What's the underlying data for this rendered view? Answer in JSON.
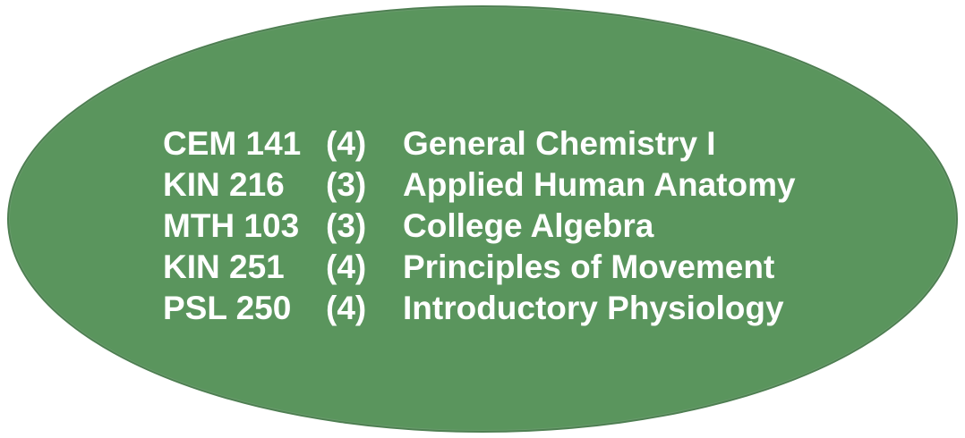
{
  "colors": {
    "oval_fill": "#5a955d",
    "oval_border": "#4e7f52",
    "text": "#ffffff",
    "background": "#ffffff"
  },
  "courses": [
    {
      "code": "CEM 141",
      "credits": "(4)",
      "title": "General Chemistry I"
    },
    {
      "code": "KIN 216",
      "credits": "(3)",
      "title": "Applied Human Anatomy"
    },
    {
      "code": "MTH 103",
      "credits": "(3)",
      "title": "College Algebra"
    },
    {
      "code": "KIN 251",
      "credits": "(4)",
      "title": "Principles of Movement"
    },
    {
      "code": "PSL 250",
      "credits": "(4)",
      "title": "Introductory Physiology"
    }
  ]
}
